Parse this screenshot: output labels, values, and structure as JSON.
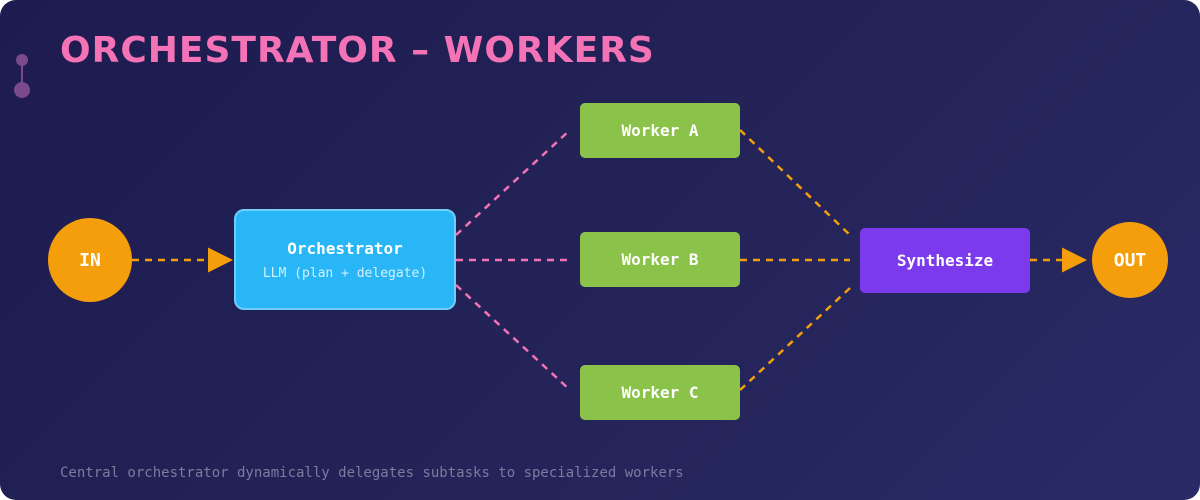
{
  "title": "ORCHESTRATOR – WORKERS",
  "nodes": {
    "input": "IN",
    "orchestrator": {
      "title": "Orchestrator",
      "subtitle": "LLM (plan + delegate)"
    },
    "workers": [
      "Worker A",
      "Worker B",
      "Worker C"
    ],
    "synthesize": "Synthesize",
    "output": "OUT"
  },
  "caption": "Central orchestrator dynamically delegates subtasks to specialized workers",
  "colors": {
    "title": "#f472b6",
    "io": "#f59e0b",
    "orchestrator": "#29b6f6",
    "worker": "#8bc34a",
    "synthesize": "#7c3aed",
    "delegate_edge": "#f472b6",
    "result_edge": "#f59e0b"
  }
}
